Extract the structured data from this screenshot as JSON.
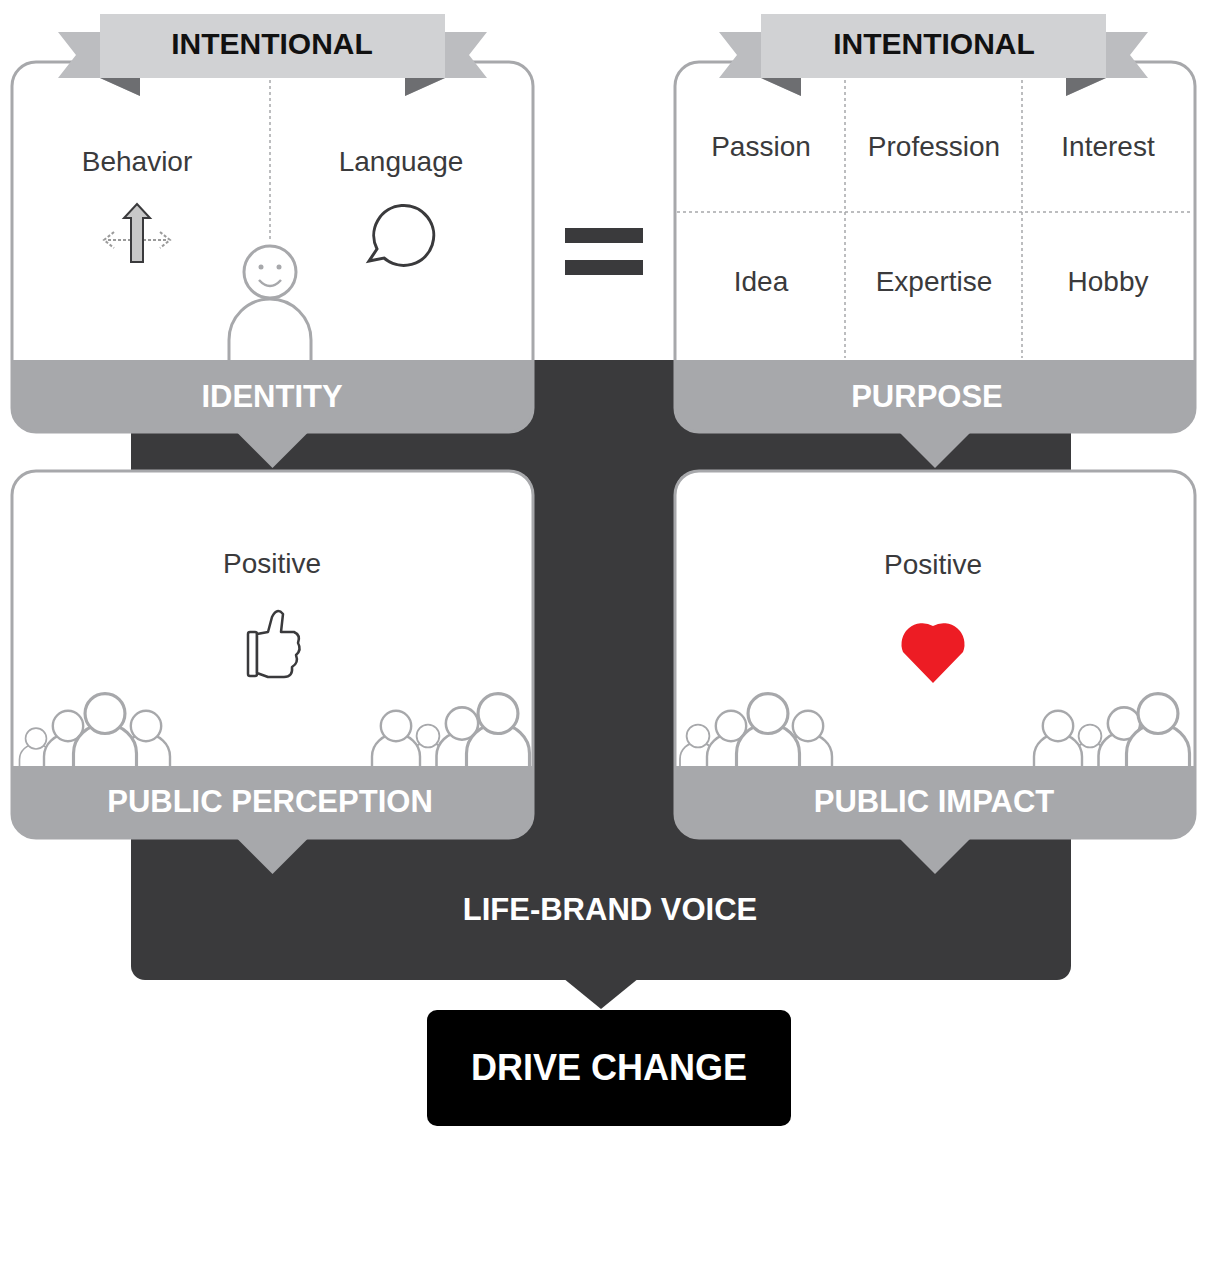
{
  "diagram": {
    "nodes": [
      {
        "text": [
          "INTENTIONAL",
          "IDENTITY"
        ]
      },
      {
        "text": [
          "Behavior"
        ],
        "in": 0
      },
      {
        "text": [
          "Language"
        ],
        "in": 0
      },
      {
        "text": [
          "INTENTIONAL",
          "PURPOSE"
        ]
      },
      {
        "text": [
          "Passion"
        ],
        "in": 3
      },
      {
        "text": [
          "Profession"
        ],
        "in": 3
      },
      {
        "text": [
          "Interest"
        ],
        "in": 3
      },
      {
        "text": [
          "Idea"
        ],
        "in": 3
      },
      {
        "text": [
          "Expertise"
        ],
        "in": 3
      },
      {
        "text": [
          "Hobby"
        ],
        "in": 3
      },
      {
        "text": [
          "Positive",
          "PUBLIC PERCEPTION"
        ]
      },
      {
        "text": [
          "Positive",
          "PUBLIC IMPACT"
        ]
      },
      {
        "text": [
          "LIFE-BRAND VOICE"
        ]
      },
      {
        "text": [
          "DRIVE CHANGE"
        ]
      }
    ],
    "edges": [
      {
        "from": 0,
        "to": 10,
        "arrow": "to"
      },
      {
        "from": 3,
        "to": 11,
        "arrow": "to"
      },
      {
        "from": 10,
        "to": 12,
        "arrow": "to"
      },
      {
        "from": 11,
        "to": 12,
        "arrow": "to"
      },
      {
        "from": 12,
        "to": 13,
        "arrow": "to"
      }
    ]
  }
}
